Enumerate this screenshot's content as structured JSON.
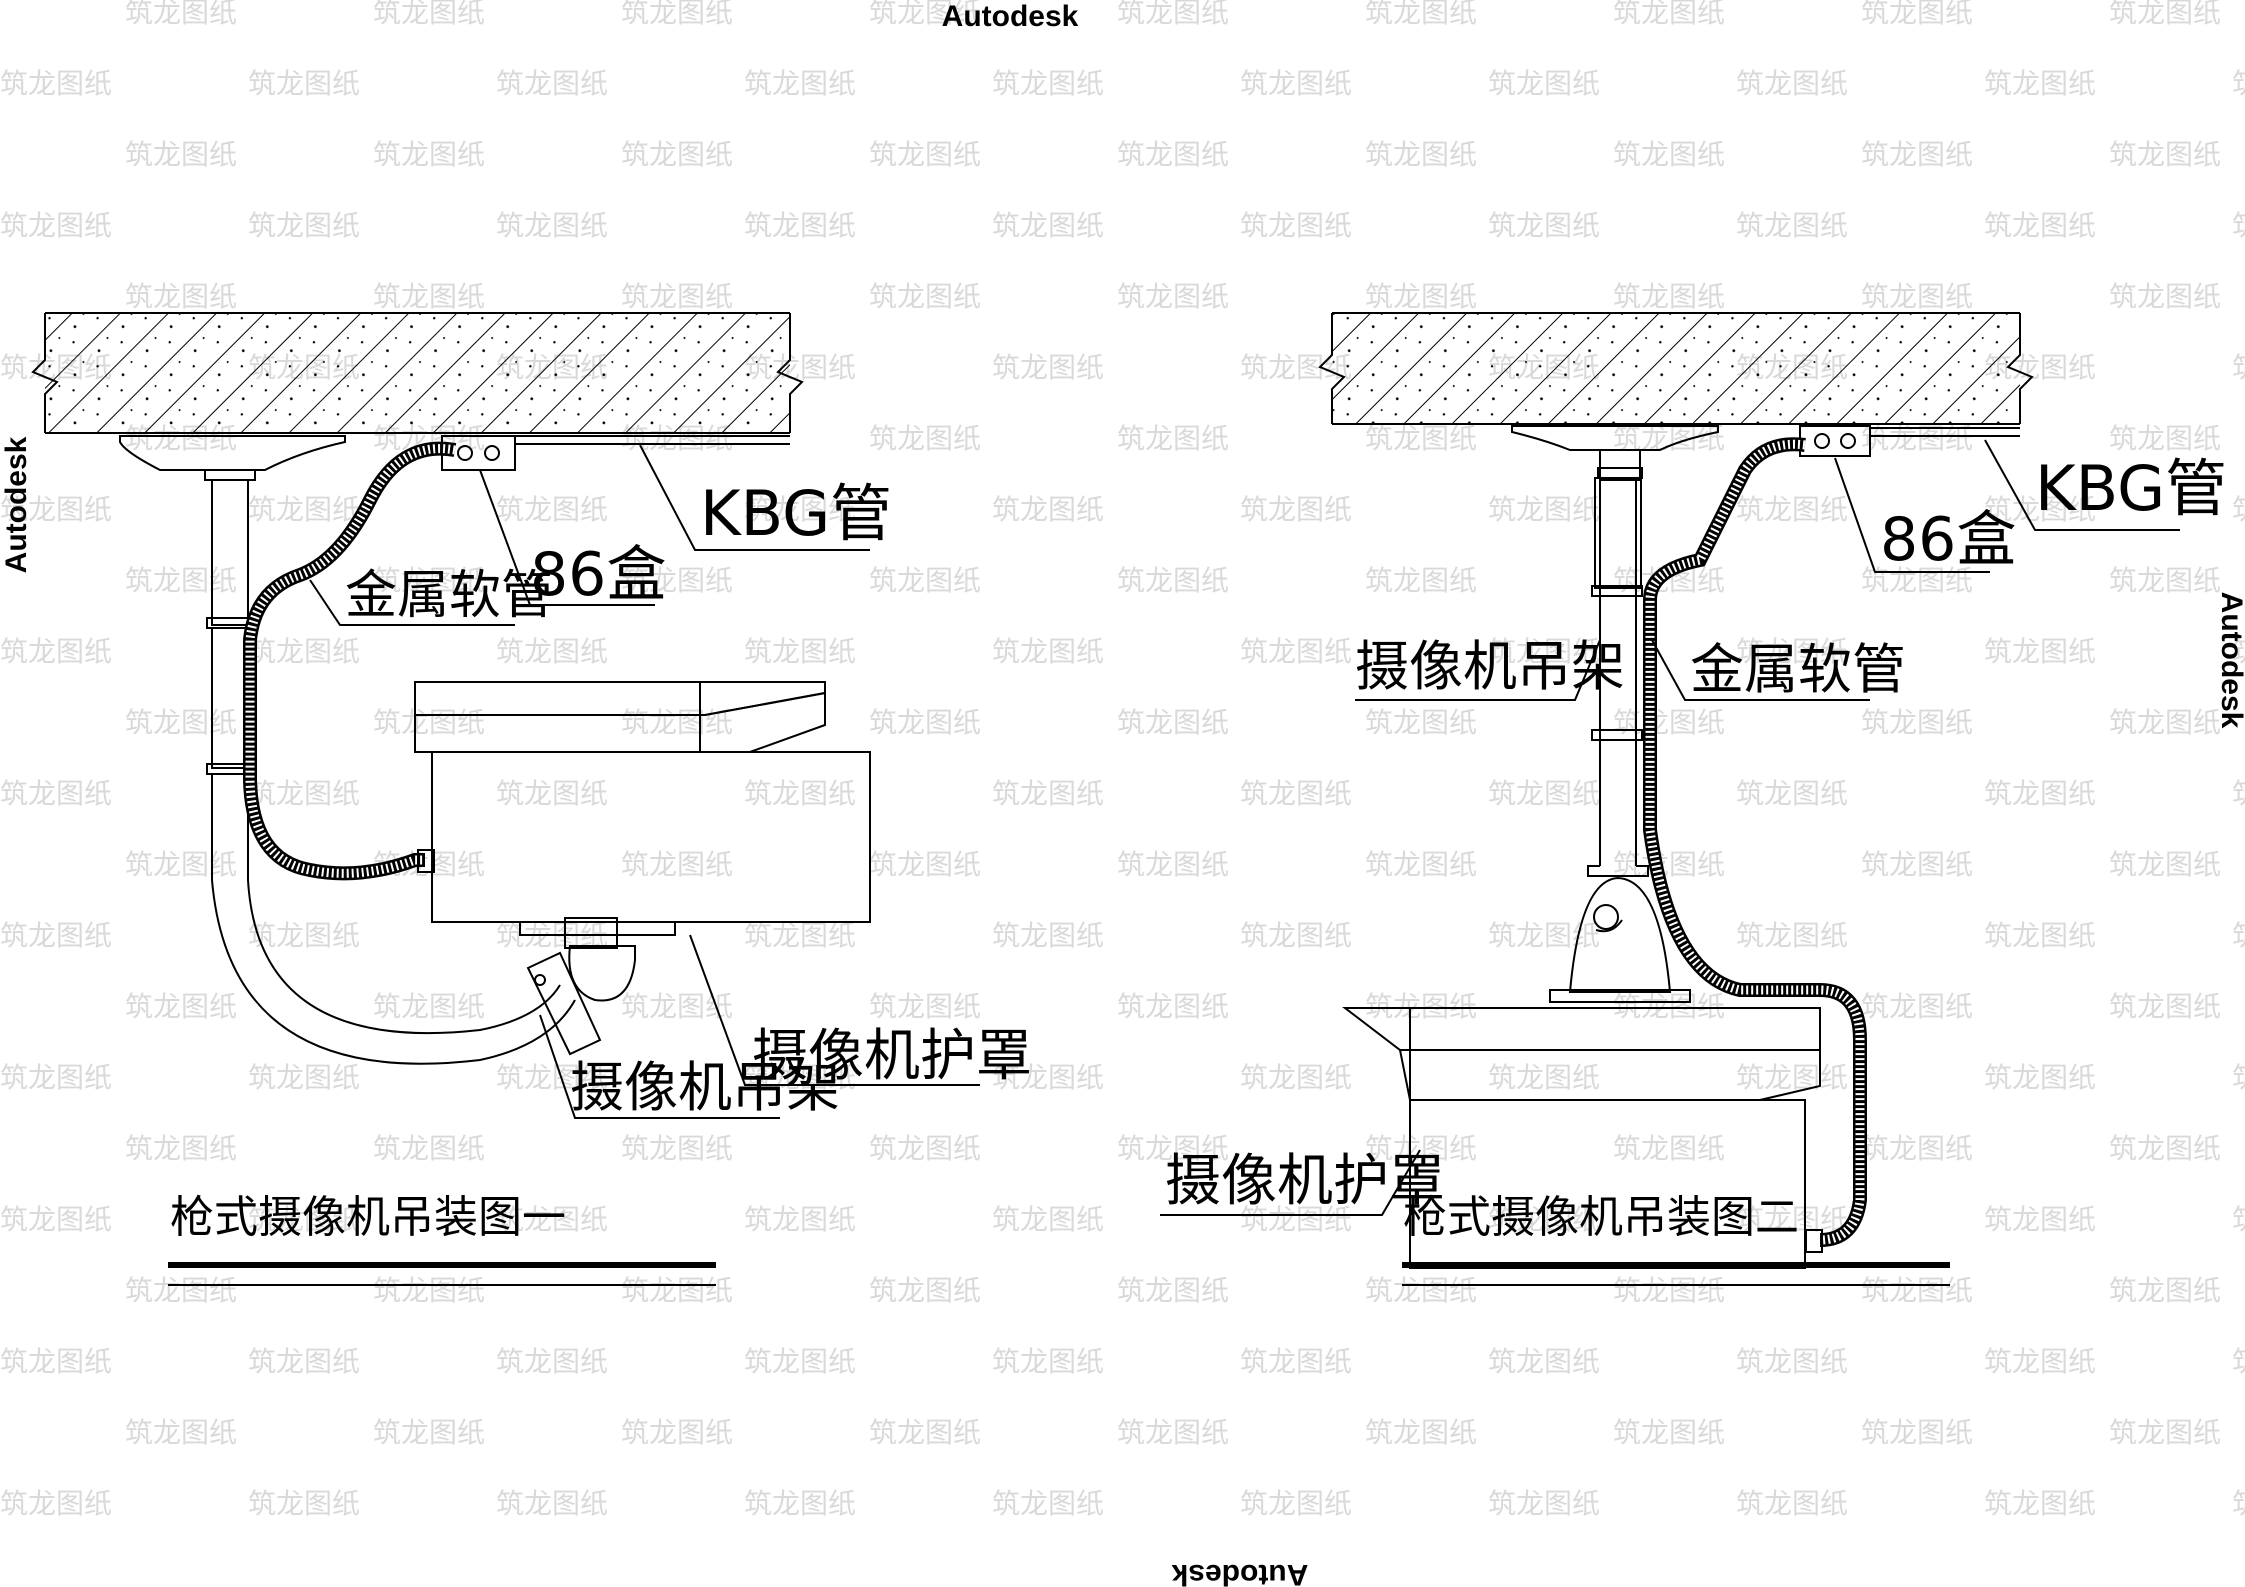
{
  "watermark": {
    "text": "筑龙图纸"
  },
  "autodesk": {
    "top": "Autodesk",
    "right": "Autodesk",
    "left": "Autodesk",
    "bottom": "Autodesk"
  },
  "figure1": {
    "title": "枪式摄像机吊装图一",
    "label_kbg": "KBG管",
    "label_flex": "金属软管",
    "label_box": "86盒",
    "label_housing": "摄像机护罩",
    "label_bracket": "摄像机吊架"
  },
  "figure2": {
    "title": "枪式摄像机吊装图二",
    "label_kbg": "KBG管",
    "label_box": "86盒",
    "label_bracket": "摄像机吊架",
    "label_flex": "金属软管",
    "label_housing": "摄像机护罩"
  }
}
